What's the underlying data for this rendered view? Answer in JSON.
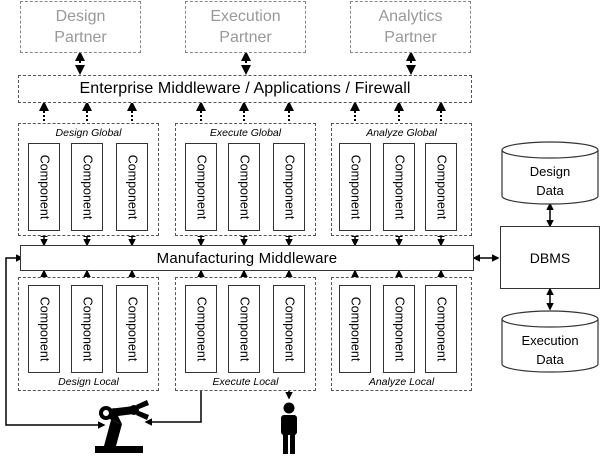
{
  "partners": [
    {
      "line1": "Design",
      "line2": "Partner"
    },
    {
      "line1": "Execution",
      "line2": "Partner"
    },
    {
      "line1": "Analytics",
      "line2": "Partner"
    }
  ],
  "enterprise_label": "Enterprise Middleware / Applications / Firewall",
  "global_groups": [
    {
      "label": "Design Global",
      "components": [
        "Component",
        "Component",
        "Component"
      ]
    },
    {
      "label": "Execute Global",
      "components": [
        "Component",
        "Component",
        "Component"
      ]
    },
    {
      "label": "Analyze Global",
      "components": [
        "Component",
        "Component",
        "Component"
      ]
    }
  ],
  "manufacturing_label": "Manufacturing Middleware",
  "local_groups": [
    {
      "label": "Design Local",
      "components": [
        "Component",
        "Component",
        "Component"
      ]
    },
    {
      "label": "Execute Local",
      "components": [
        "Component",
        "Component",
        "Component"
      ]
    },
    {
      "label": "Analyze Local",
      "components": [
        "Component",
        "Component",
        "Component"
      ]
    }
  ],
  "dbms_label": "DBMS",
  "design_data": {
    "line1": "Design",
    "line2": "Data"
  },
  "execution_data": {
    "line1": "Execution",
    "line2": "Data"
  },
  "icons": {
    "robot": "robot-arm-icon",
    "person": "person-icon"
  }
}
